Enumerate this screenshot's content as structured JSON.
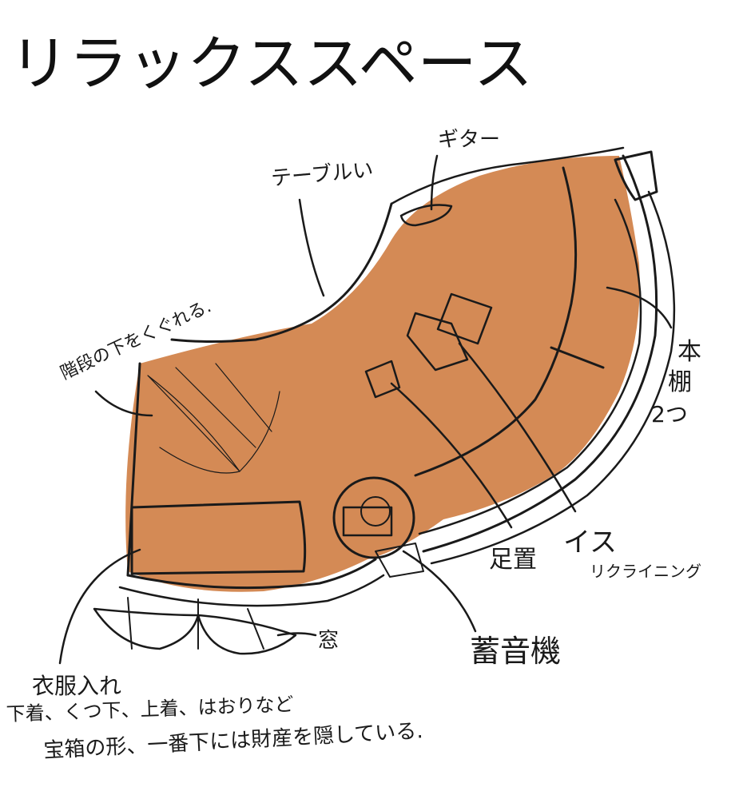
{
  "title": "リラックススペース",
  "labels": {
    "guitar": "ギター",
    "table": "テーブルい",
    "stairs": "階段の下をくぐれる.",
    "bookshelf_line1": "本",
    "bookshelf_line2": "棚",
    "bookshelf_line3": "2つ",
    "chair": "イス",
    "chair_note": "リクライニング",
    "footrest": "足置",
    "window": "窓",
    "gramophone": "蓄音機",
    "clothes_line1": "衣服入れ",
    "clothes_line2": "下着、くつ下、上着、はおりなど",
    "clothes_line3": "宝箱の形、一番下には財産を隠している."
  },
  "colors": {
    "floor": "#D48A55",
    "ink": "#1a1a1a",
    "paper": "#ffffff"
  }
}
